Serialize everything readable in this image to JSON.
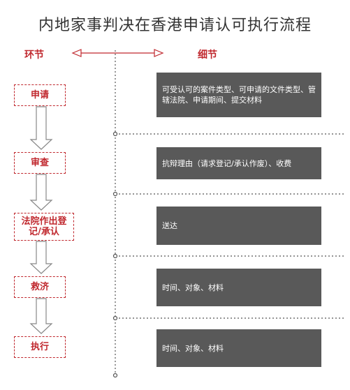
{
  "title": "内地家事判决在香港申请认可执行流程",
  "headers": {
    "left": "环节",
    "right": "细节"
  },
  "steps": [
    {
      "label": "申请"
    },
    {
      "label": "审查"
    },
    {
      "label": "法院作出登记/承认"
    },
    {
      "label": "救济"
    },
    {
      "label": "执行"
    }
  ],
  "details": [
    {
      "text": "可受认可的案件类型、可申请的文件类型、管辖法院、申请期间、提交材料"
    },
    {
      "text": "抗辩理由（请求登记/承认作废）、收费"
    },
    {
      "text": "送达"
    },
    {
      "text": "时间、对象、材料"
    },
    {
      "text": "时间、对象、材料"
    }
  ],
  "colors": {
    "accent": "#c0282e",
    "box": "#595959",
    "line": "#555555"
  }
}
